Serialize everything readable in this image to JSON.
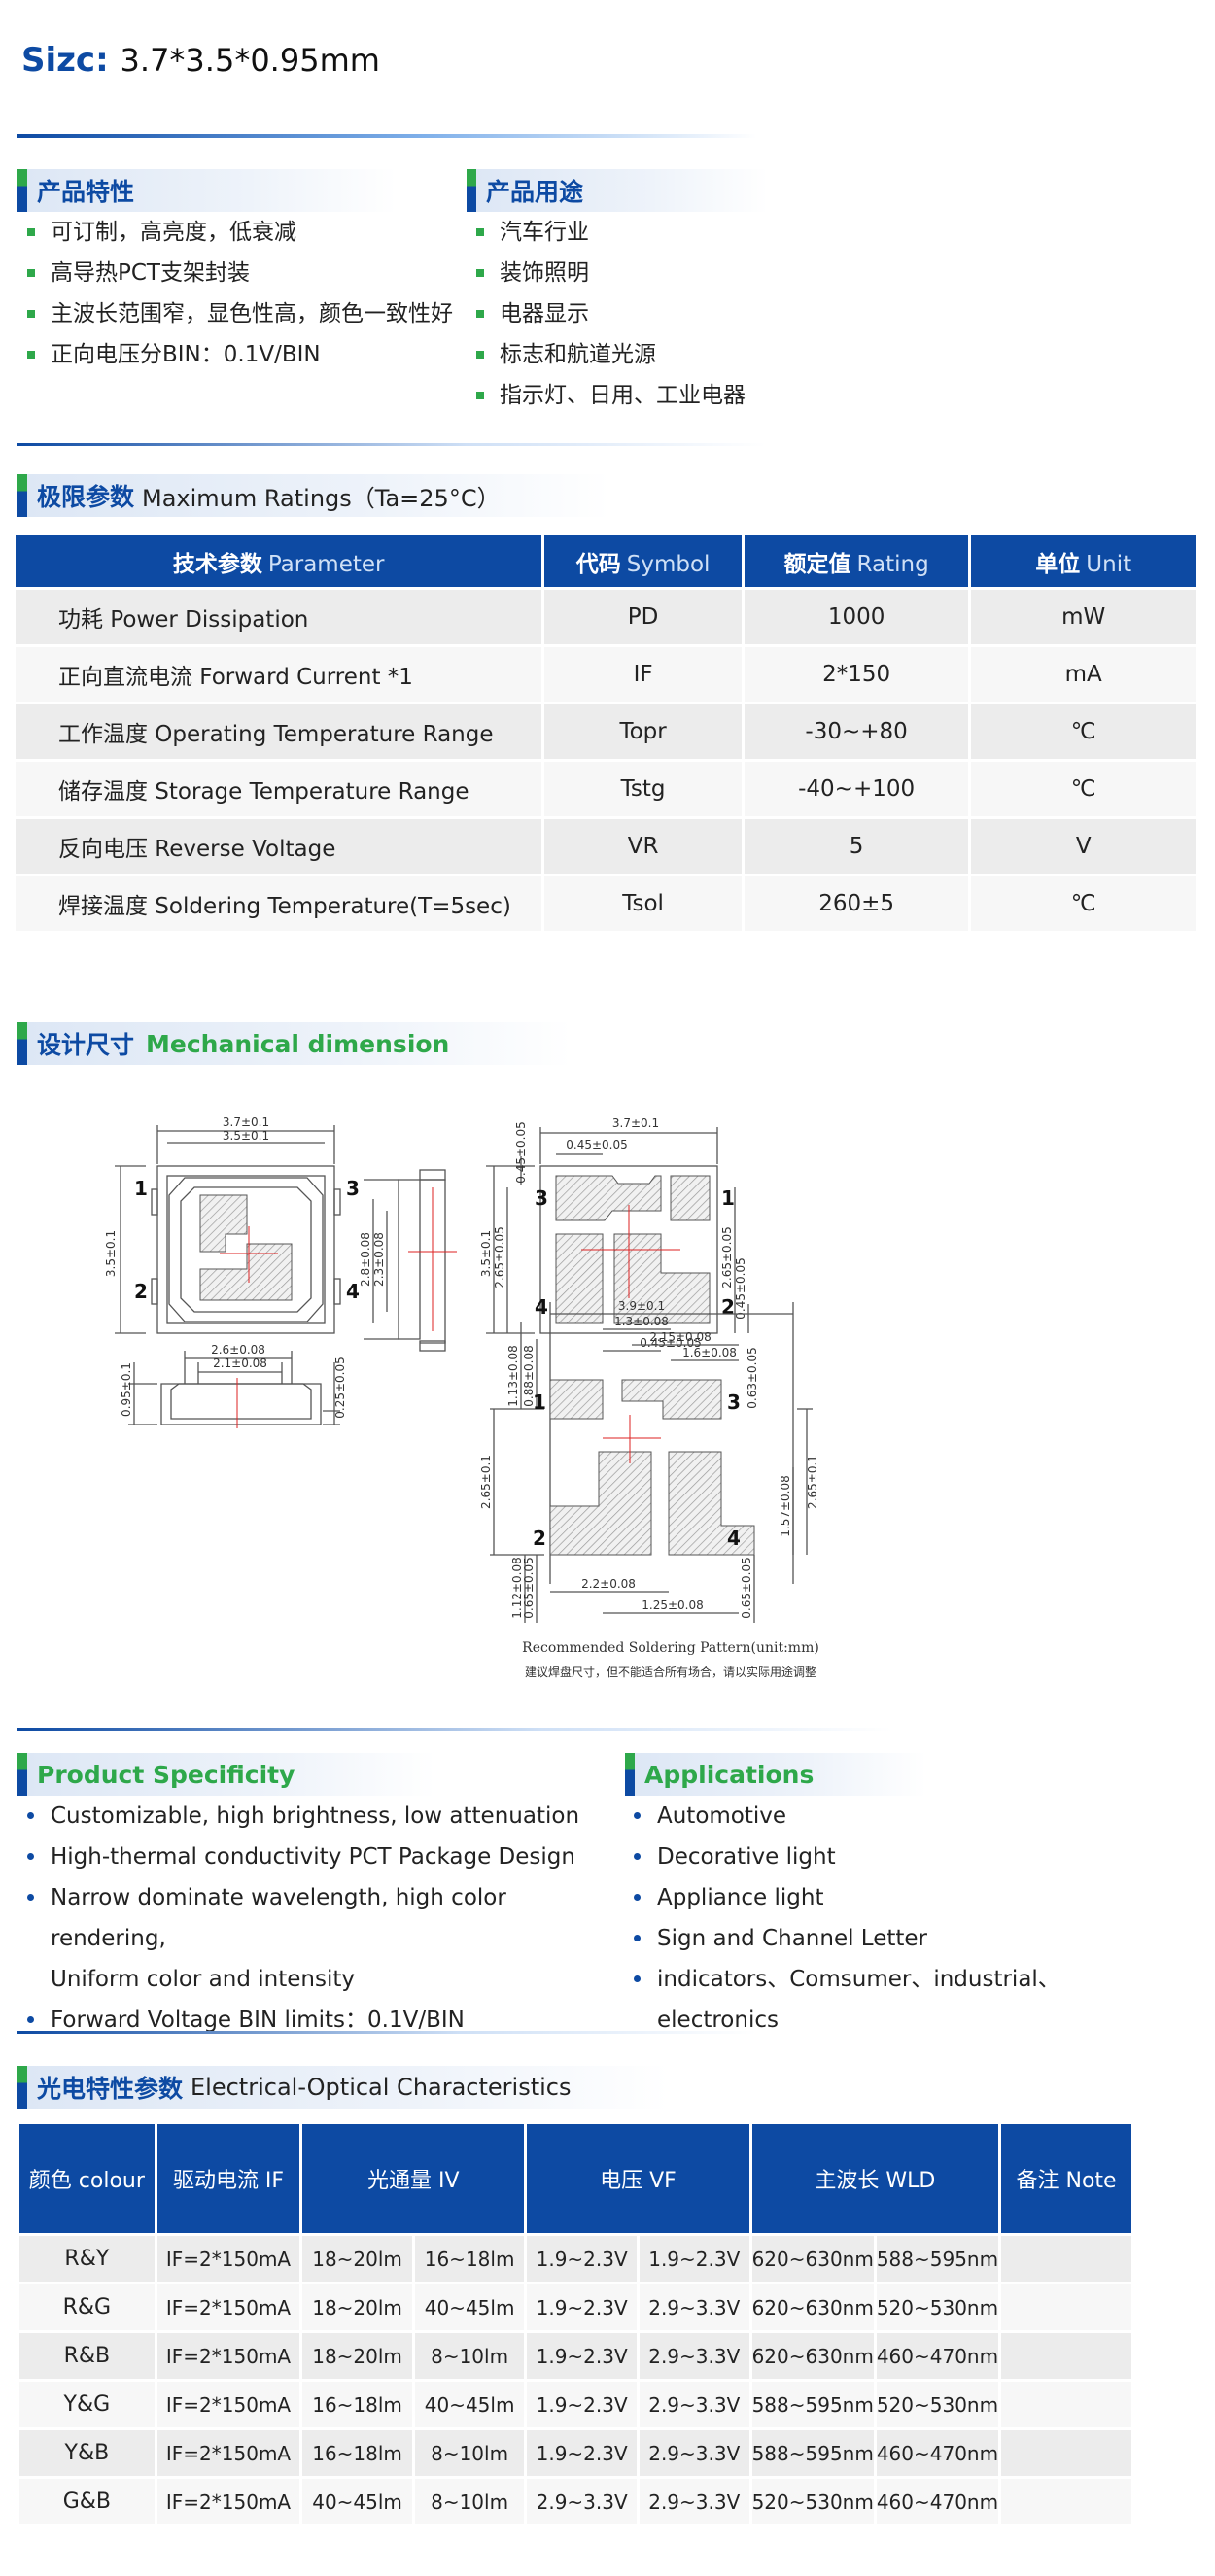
{
  "size": {
    "label": "Sizc:",
    "value": "3.7*3.5*0.95mm"
  },
  "features_cn": {
    "title": "产品特性",
    "items": [
      "可订制，高亮度，低衰减",
      "高导热PCT支架封装",
      "主波长范围窄，显色性高，颜色一致性好",
      "正向电压分BIN：0.1V/BIN"
    ]
  },
  "applications_cn": {
    "title": "产品用途",
    "items": [
      "汽车行业",
      "装饰照明",
      "电器显示",
      "标志和航道光源",
      "指示灯、日用、工业电器"
    ]
  },
  "max_ratings": {
    "title_zh": "极限参数",
    "title_en": "Maximum Ratings（Ta=25°C）",
    "headers": [
      {
        "zh": "技术参数",
        "en": "Parameter"
      },
      {
        "zh": "代码",
        "en": "Symbol"
      },
      {
        "zh": "额定值",
        "en": "Rating"
      },
      {
        "zh": "单位",
        "en": "Unit"
      }
    ],
    "rows": [
      {
        "param": "功耗 Power Dissipation",
        "symbol": "PD",
        "rating": "1000",
        "unit": "mW"
      },
      {
        "param": "正向直流电流 Forward Current *1",
        "symbol": "IF",
        "rating": "2*150",
        "unit": "mA"
      },
      {
        "param": "工作温度 Operating Temperature Range",
        "symbol": "Topr",
        "rating": "-30~+80",
        "unit": "℃"
      },
      {
        "param": "储存温度 Storage Temperature Range",
        "symbol": "Tstg",
        "rating": "-40~+100",
        "unit": "℃"
      },
      {
        "param": "反向电压 Reverse Voltage",
        "symbol": "VR",
        "rating": "5",
        "unit": "V"
      },
      {
        "param": "焊接温度 Soldering Temperature(T=5sec)",
        "symbol": "Tsol",
        "rating": "260±5",
        "unit": "℃"
      }
    ]
  },
  "mechanical": {
    "title_zh": "设计尺寸",
    "title_en": "Mechanical dimension",
    "dims": {
      "w37": "3.7±0.1",
      "w35": "3.5±0.1",
      "h35": "3.5±0.1",
      "s28": "2.8±0.08",
      "s23": "2.3±0.08",
      "b045a": "0.45±0.05",
      "b045b": "0.45±0.05",
      "b265a": "2.65±0.05",
      "b265b": "2.65±0.05",
      "b045c": "0.45±0.05",
      "b045d": "0.45±0.05",
      "b35": "3.5±0.1",
      "b37": "3.7±0.1",
      "f26": "2.6±0.08",
      "f21": "2.1±0.08",
      "f095": "0.95±0.1",
      "f025": "0.25±0.05",
      "p39": "3.9±0.1",
      "p13": "1.3±0.08",
      "p215": "2.15±0.08",
      "p16": "1.6±0.08",
      "p113": "1.13±0.08",
      "p088": "0.88±0.08",
      "p063": "0.63±0.05",
      "p265a": "2.65±0.1",
      "p265b": "2.65±0.1",
      "p157": "1.57±0.08",
      "p112": "1.12±0.08",
      "p065a": "0.65±0.05",
      "p065b": "0.65±0.05",
      "p22": "2.2±0.08",
      "p125": "1.25±0.08"
    },
    "pins": [
      "1",
      "2",
      "3",
      "4"
    ],
    "caption_en": "Recommended Soldering Pattern(unit:mm)",
    "caption_zh": "建议焊盘尺寸，但不能适合所有场合，请以实际用途调整"
  },
  "features_en": {
    "title": "Product Specificity",
    "items": [
      "Customizable, high brightness, low attenuation",
      "High-thermal conductivity PCT Package Design",
      "Narrow dominate wavelength, high color rendering,",
      "Forward Voltage BIN limits：0.1V/BIN"
    ],
    "item3_cont": "Uniform color and intensity"
  },
  "applications_en": {
    "title": "Applications",
    "items": [
      "Automotive",
      "Decorative light",
      "Appliance light",
      "Sign and Channel Letter",
      "indicators、Comsumer、industrial、electronics"
    ]
  },
  "eo": {
    "title_zh": "光电特性参数",
    "title_en": "Electrical-Optical Characteristics",
    "headers": [
      "颜色 colour",
      "驱动电流 IF",
      "光通量 IV",
      "电压 VF",
      "主波长 WLD",
      "备注 Note"
    ],
    "rows": [
      [
        "R&Y",
        "IF=2*150mA",
        "18~20lm",
        "16~18lm",
        "1.9~2.3V",
        "1.9~2.3V",
        "620~630nm",
        "588~595nm",
        ""
      ],
      [
        "R&G",
        "IF=2*150mA",
        "18~20lm",
        "40~45lm",
        "1.9~2.3V",
        "2.9~3.3V",
        "620~630nm",
        "520~530nm",
        ""
      ],
      [
        "R&B",
        "IF=2*150mA",
        "18~20lm",
        "8~10lm",
        "1.9~2.3V",
        "2.9~3.3V",
        "620~630nm",
        "460~470nm",
        ""
      ],
      [
        "Y&G",
        "IF=2*150mA",
        "16~18lm",
        "40~45lm",
        "1.9~2.3V",
        "2.9~3.3V",
        "588~595nm",
        "520~530nm",
        ""
      ],
      [
        "Y&B",
        "IF=2*150mA",
        "16~18lm",
        "8~10lm",
        "1.9~2.3V",
        "2.9~3.3V",
        "588~595nm",
        "460~470nm",
        ""
      ],
      [
        "G&B",
        "IF=2*150mA",
        "40~45lm",
        "8~10lm",
        "2.9~3.3V",
        "2.9~3.3V",
        "520~530nm",
        "460~470nm",
        ""
      ]
    ]
  },
  "colors": {
    "brand_blue": "#0d4aa3",
    "accent_green": "#2ea84a"
  }
}
